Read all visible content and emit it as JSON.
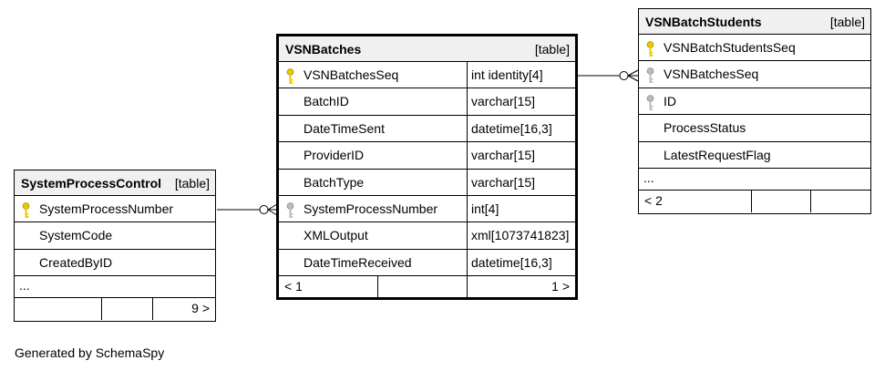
{
  "caption": "Generated by SchemaSpy",
  "colors": {
    "primary_key": "#e8c800",
    "foreign_key": "#aaaaaa",
    "header_bg": "#f0f0f0"
  },
  "tables": {
    "system_process_control": {
      "name": "SystemProcessControl",
      "kind": "[table]",
      "columns": [
        {
          "name": "SystemProcessNumber",
          "key": "primary"
        },
        {
          "name": "SystemCode",
          "key": "none"
        },
        {
          "name": "CreatedByID",
          "key": "none"
        }
      ],
      "more": "...",
      "footer_right": "9 >"
    },
    "vsn_batches": {
      "name": "VSNBatches",
      "kind": "[table]",
      "columns": [
        {
          "name": "VSNBatchesSeq",
          "type": "int identity[4]",
          "key": "primary"
        },
        {
          "name": "BatchID",
          "type": "varchar[15]",
          "key": "none"
        },
        {
          "name": "DateTimeSent",
          "type": "datetime[16,3]",
          "key": "none"
        },
        {
          "name": "ProviderID",
          "type": "varchar[15]",
          "key": "none"
        },
        {
          "name": "BatchType",
          "type": "varchar[15]",
          "key": "none"
        },
        {
          "name": "SystemProcessNumber",
          "type": "int[4]",
          "key": "foreign"
        },
        {
          "name": "XMLOutput",
          "type": "xml[1073741823]",
          "key": "none"
        },
        {
          "name": "DateTimeReceived",
          "type": "datetime[16,3]",
          "key": "none"
        }
      ],
      "footer_left": "< 1",
      "footer_right": "1 >"
    },
    "vsn_batch_students": {
      "name": "VSNBatchStudents",
      "kind": "[table]",
      "columns": [
        {
          "name": "VSNBatchStudentsSeq",
          "key": "primary"
        },
        {
          "name": "VSNBatchesSeq",
          "key": "foreign"
        },
        {
          "name": "ID",
          "key": "foreign"
        },
        {
          "name": "ProcessStatus",
          "key": "none"
        },
        {
          "name": "LatestRequestFlag",
          "key": "none"
        }
      ],
      "more": "...",
      "footer_left": "< 2"
    }
  },
  "relationships": [
    {
      "from": "SystemProcessControl.SystemProcessNumber",
      "to": "VSNBatches.SystemProcessNumber",
      "cardinality": "one-to-zero-or-many"
    },
    {
      "from": "VSNBatches.VSNBatchesSeq",
      "to": "VSNBatchStudents.VSNBatchesSeq",
      "cardinality": "one-to-zero-or-many"
    }
  ]
}
